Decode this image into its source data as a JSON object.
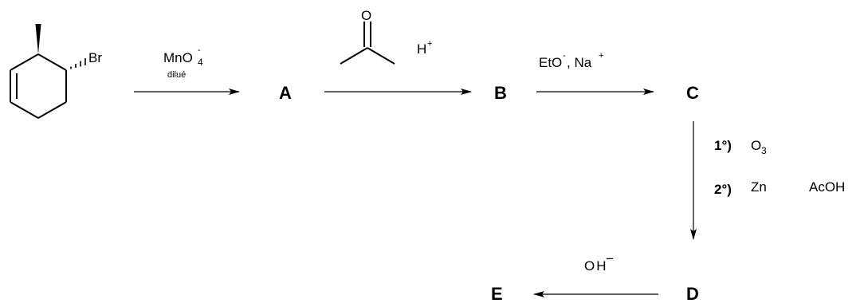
{
  "scheme": {
    "compounds": {
      "A": "A",
      "B": "B",
      "C": "C",
      "D": "D",
      "E": "E"
    },
    "start_material": {
      "substituent": "Br"
    },
    "step1": {
      "oxidant_main": "MnO",
      "oxidant_sup": "-",
      "oxidant_sub": "4",
      "condition": "dilué"
    },
    "step2": {
      "acid": "H",
      "acid_sup": "+",
      "ketone_atom": "O"
    },
    "step3": {
      "base_main": "EtO",
      "base_sup": "-",
      "counter": ", Na",
      "counter_sup": "+"
    },
    "step4": {
      "num1": "1°)",
      "reagent1_main": "O",
      "reagent1_sub": "3",
      "num2": "2°)",
      "reagent2": "Zn",
      "reagent3": "AcOH"
    },
    "step5": {
      "base": "OH",
      "base_sup": "−"
    }
  }
}
